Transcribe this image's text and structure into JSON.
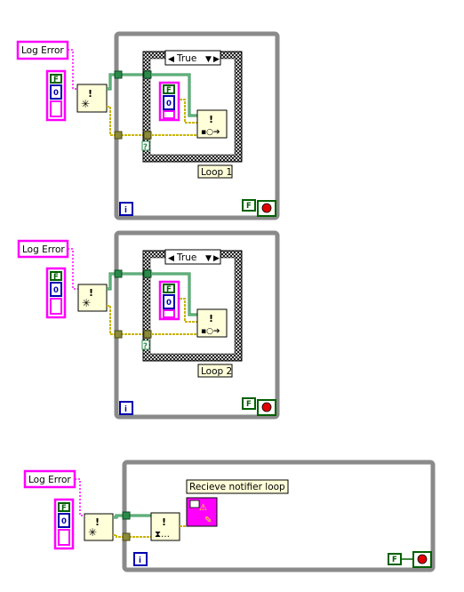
{
  "colors": {
    "error_cluster": "#ff00ff",
    "error_wire": "#c8b400",
    "notifier_wire": "#2a8a4a",
    "boolean": "#006000",
    "numeric": "#0000b0",
    "loop_frame": "#8a8a8a",
    "node_fill": "#ffffd9",
    "stop_red": "#e00000"
  },
  "controls": {
    "log_error_1": "Log Error",
    "log_error_2": "Log Error",
    "log_error_3": "Log Error"
  },
  "constants": {
    "bool_false": "F",
    "num_zero": "0",
    "iteration": "i",
    "unknown": "?"
  },
  "case_structure": {
    "case_1": "True",
    "case_2": "True"
  },
  "labels": {
    "loop_1": "Loop 1",
    "loop_2": "Loop 2",
    "receive_loop": "Recieve notifier loop"
  },
  "icons": {
    "obtain_notifier": "obtain-notifier-icon",
    "send_notification": "send-notification-icon",
    "wait_on_notification": "wait-on-notification-icon",
    "error_handler_subvi": "error-handler-icon",
    "stop_button": "stop-button-icon"
  }
}
